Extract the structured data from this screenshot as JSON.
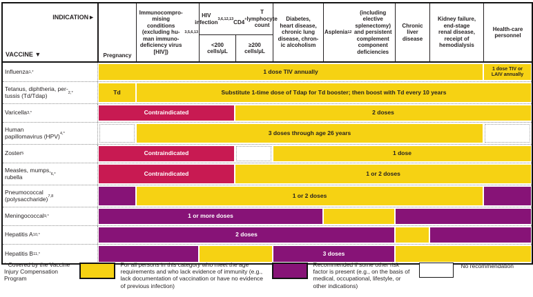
{
  "header": {
    "indication_label": "INDICATION",
    "indication_arrow": "►",
    "vaccine_label": "VACCINE",
    "vaccine_arrow": "▼",
    "columns": {
      "pregnancy": "Pregnancy",
      "immunocompromising": "Immunocompro-\nmising conditions\n(excluding hu-\nman immuno-\ndeficiency virus\n[HIV])^{3,5,6,13}",
      "hiv_group": "HIV infection^{3,6,12,13}\nCD4^{+} T\nlymphocyte count",
      "hiv_low": "<200\ncells/μL",
      "hiv_high": "≥200\ncells/μL",
      "diabetes": "Diabetes,\nheart disease,\nchronic lung\ndisease, chron-\nic alcoholism",
      "asplenia": "Asplenia^{12} (including\nelective splenectomy)\nand persistent\ncomplement\ncomponent\ndeficiencies",
      "chronic_liver": "Chronic\nliver\ndisease",
      "kidney": "Kidney failure,\nend-stage\nrenal disease,\nreceipt of\nhemodialysis",
      "healthcare": "Health-care\npersonnel"
    }
  },
  "chart_data": {
    "type": "table",
    "columns": [
      "Pregnancy",
      "Immunocompromising conditions (excluding human immunodeficiency virus [HIV])",
      "HIV infection CD4+ T lymphocyte count <200 cells/μL",
      "HIV infection CD4+ T lymphocyte count ≥200 cells/μL",
      "Diabetes, heart disease, chronic lung disease, chronic alcoholism",
      "Asplenia (including elective splenectomy) and persistent complement component deficiencies",
      "Chronic liver disease",
      "Kidney failure, end-stage renal disease, receipt of hemodialysis",
      "Health-care personnel"
    ],
    "legend_colors": {
      "recommended": "#F6D213",
      "risk_factor": "#871377",
      "contraindicated": "#C81A52",
      "none": "#FFFFFF"
    },
    "rows": [
      {
        "vaccine": "Influenza^{1,*}",
        "height": 27,
        "segments": [
          {
            "style": "recommended",
            "label": "1 dose TIV annually",
            "start": 1,
            "span": 8
          },
          {
            "style": "recommended",
            "label": "1 dose TIV or\nLAIV annually",
            "start": 9,
            "span": 1,
            "small": true
          }
        ]
      },
      {
        "vaccine": "Tetanus, diphtheria, per-\ntussis (Td/Tdap)^{2,*}",
        "height": 31,
        "segments": [
          {
            "style": "recommended",
            "label": "Td",
            "start": 1,
            "span": 1
          },
          {
            "style": "recommended",
            "label": "Substitute 1-time dose of Tdap for Td booster; then boost with Td every 10 years",
            "start": 2,
            "span": 8
          }
        ]
      },
      {
        "vaccine": "Varicella^{3,*}",
        "height": 26,
        "segments": [
          {
            "style": "contraindicated",
            "label": "Contraindicated",
            "start": 1,
            "span": 3
          },
          {
            "style": "recommended",
            "label": "2 doses",
            "start": 4,
            "span": 6
          }
        ]
      },
      {
        "vaccine": "Human\npapillomavirus (HPV)^{4,*}",
        "height": 31,
        "segments": [
          {
            "style": "none",
            "label": "",
            "start": 1,
            "span": 1
          },
          {
            "style": "recommended",
            "label": "3 doses through age 26 years",
            "start": 2,
            "span": 7
          },
          {
            "style": "none",
            "label": "",
            "start": 9,
            "span": 1
          }
        ]
      },
      {
        "vaccine": "Zoster^{5}",
        "height": 26,
        "segments": [
          {
            "style": "contraindicated",
            "label": "Contraindicated",
            "start": 1,
            "span": 3
          },
          {
            "style": "none",
            "label": "",
            "start": 4,
            "span": 1
          },
          {
            "style": "recommended",
            "label": "1 dose",
            "start": 5,
            "span": 5
          }
        ]
      },
      {
        "vaccine": "Measles, mumps,\nrubella^{6,*}",
        "height": 31,
        "segments": [
          {
            "style": "contraindicated",
            "label": "Contraindicated",
            "start": 1,
            "span": 3
          },
          {
            "style": "recommended",
            "label": "1 or 2 doses",
            "start": 4,
            "span": 6
          }
        ]
      },
      {
        "vaccine": "Pneumococcal\n(polysaccharide)^{7,8}",
        "height": 31,
        "segments": [
          {
            "style": "risk_factor",
            "label": "",
            "start": 1,
            "span": 1
          },
          {
            "style": "recommended",
            "label": "1 or 2 doses",
            "start": 2,
            "span": 7
          },
          {
            "style": "risk_factor",
            "label": "",
            "start": 9,
            "span": 1
          }
        ]
      },
      {
        "vaccine": "Meningococcal^{9,*}",
        "height": 26,
        "segments": [
          {
            "style": "risk_factor",
            "label": "1 or more doses",
            "start": 1,
            "span": 5
          },
          {
            "style": "recommended",
            "label": "",
            "start": 6,
            "span": 1
          },
          {
            "style": "risk_factor",
            "label": "",
            "start": 7,
            "span": 3
          }
        ]
      },
      {
        "vaccine": "Hepatitis A^{10,*}",
        "height": 26,
        "segments": [
          {
            "style": "risk_factor",
            "label": "2 doses",
            "start": 1,
            "span": 6
          },
          {
            "style": "recommended",
            "label": "",
            "start": 7,
            "span": 1
          },
          {
            "style": "risk_factor",
            "label": "",
            "start": 8,
            "span": 2
          }
        ]
      },
      {
        "vaccine": "Hepatitis B^{11,*}",
        "height": 27,
        "segments": [
          {
            "style": "risk_factor",
            "label": "",
            "start": 1,
            "span": 2
          },
          {
            "style": "recommended",
            "label": "",
            "start": 3,
            "span": 2
          },
          {
            "style": "risk_factor",
            "label": "3 doses",
            "start": 5,
            "span": 2
          },
          {
            "style": "recommended",
            "label": "",
            "start": 7,
            "span": 3
          }
        ]
      }
    ]
  },
  "legend": {
    "footnote": "* Covered by the Vaccine\nInjury Compensation\nProgram",
    "items": [
      {
        "style": "recommended",
        "text": "For all persons in this category who meet the age requirements and who lack evidence of immunity (e.g., lack documentation of vaccination or have no evidence of previous infection)"
      },
      {
        "style": "risk_factor",
        "text": "Recommended if some other risk factor is present (e.g., on the basis of medical, occupational, lifestyle, or other indications)"
      },
      {
        "style": "none",
        "text": "No recommendation"
      }
    ]
  }
}
